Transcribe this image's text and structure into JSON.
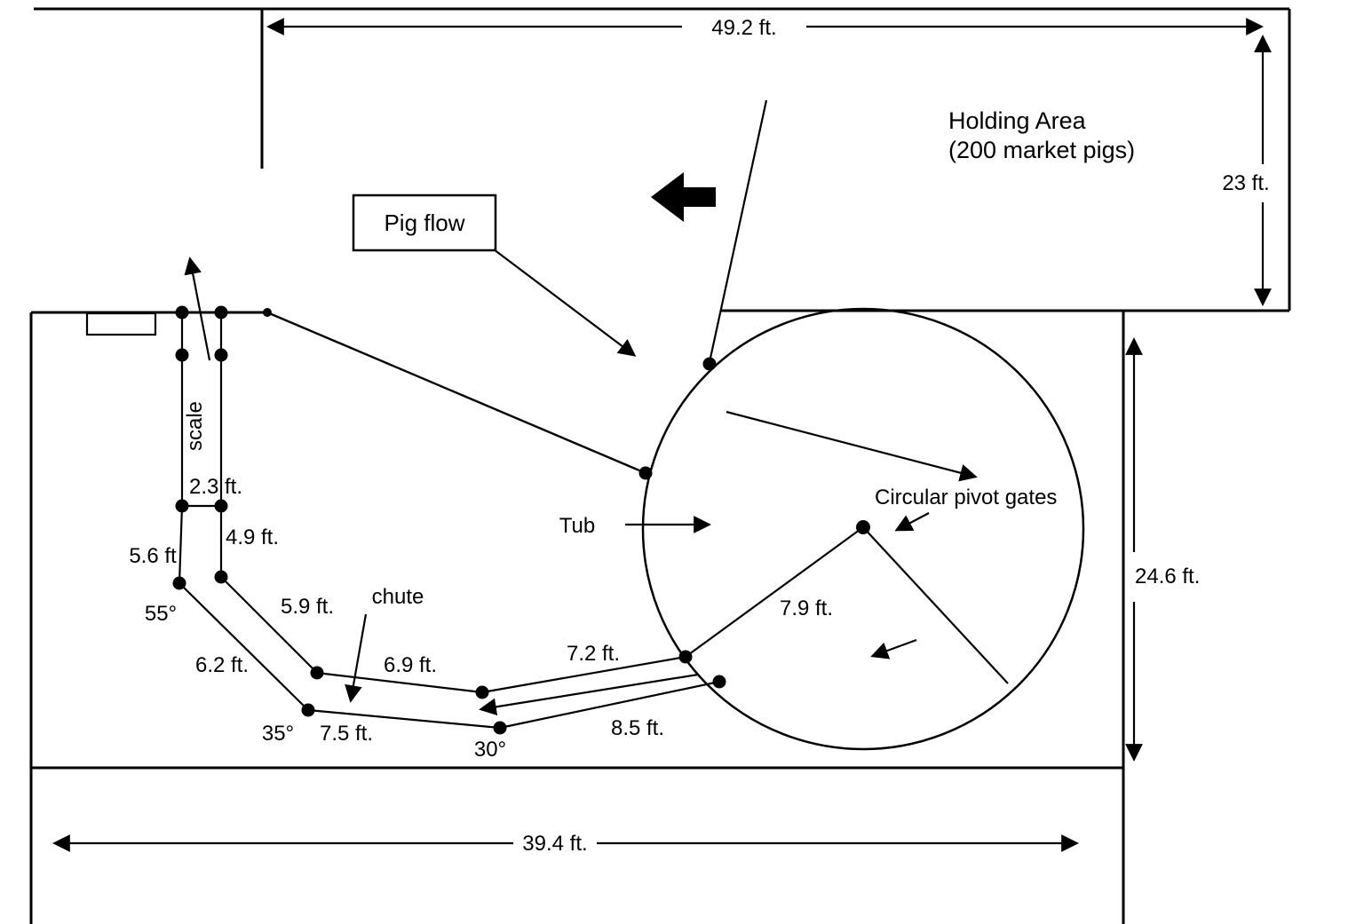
{
  "holding_area": {
    "label_line1": "Holding Area",
    "label_line2": "(200 market pigs)",
    "width_dim": "49.2 ft.",
    "depth_dim": "23 ft."
  },
  "pig_flow": {
    "label": "Pig flow"
  },
  "scale": {
    "label": "scale",
    "exit_width_dim": "2.3 ft.",
    "right_side_dim": "4.9 ft.",
    "left_side_dim": "5.6 ft",
    "angle": "55°"
  },
  "chute": {
    "label": "chute",
    "outer_seg1_dim": "6.2 ft.",
    "inner_seg1_dim": "5.9 ft.",
    "inner_seg2_dim": "6.9 ft.",
    "outer_seg2_dim": "7.5 ft.",
    "inner_seg3_dim": "7.2 ft.",
    "outer_seg3_dim": "8.5 ft.",
    "angle_mid": "35°",
    "angle_end": "30°"
  },
  "tub": {
    "label": "Tub",
    "pivot_gates_label": "Circular pivot gates",
    "gate_radius_dim": "7.9 ft."
  },
  "pen": {
    "width_dim": "39.4 ft.",
    "height_dim": "24.6 ft."
  }
}
